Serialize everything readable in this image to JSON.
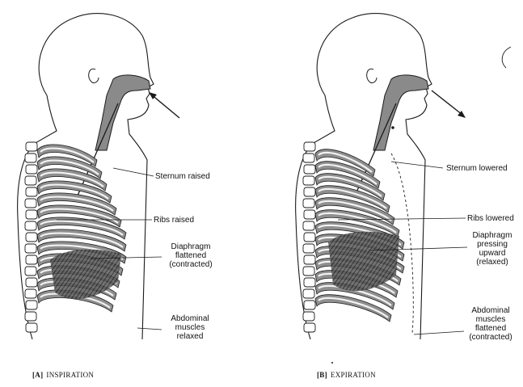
{
  "panels": [
    {
      "id": "A",
      "tag": "[A]",
      "title": "INSPIRATION",
      "labels": {
        "sternum": "Sternum raised",
        "ribs": "Ribs raised",
        "diaphragm": "Diaphragm\nflattened\n(contracted)",
        "abdominal": "Abdominal\nmuscles\nrelaxed"
      }
    },
    {
      "id": "B",
      "tag": "[B]",
      "title": "EXPIRATION",
      "labels": {
        "sternum": "Sternum lowered",
        "ribs": "Ribs lowered",
        "diaphragm": "Diaphragm\npressing\nupward\n(relaxed)",
        "abdominal": "Abdominal\nmuscles\nflattened\n(contracted)"
      }
    }
  ],
  "colors": {
    "line": "#1a1a1a",
    "airway": "#8a8a8a",
    "rib": "#8f8f8f",
    "rib_highlight": "#f2f2f2",
    "diaphragm": "#3c3c3c",
    "background": "#ffffff"
  }
}
